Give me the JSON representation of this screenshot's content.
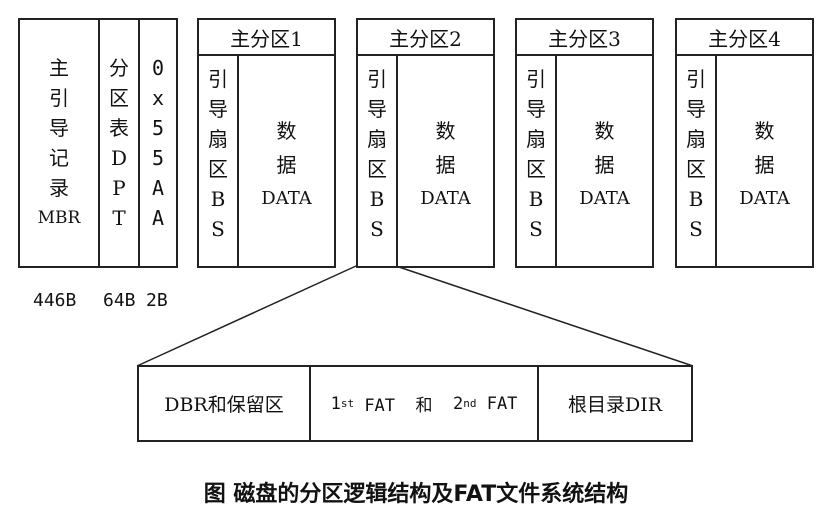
{
  "mbr": {
    "chars": [
      "主",
      "引",
      "导",
      "记",
      "录",
      "MBR"
    ],
    "size": "446B"
  },
  "dpt": {
    "chars": [
      "分",
      "区",
      "表",
      "D",
      "P",
      "T"
    ],
    "size": "64B"
  },
  "sig": {
    "chars": [
      "0",
      "x",
      "5",
      "5",
      "A",
      "A"
    ],
    "size": "2B"
  },
  "partitions": [
    {
      "title": "主分区1",
      "bs_chars": [
        "引",
        "导",
        "扇",
        "区",
        "B",
        "S"
      ],
      "data_lines": [
        "数",
        "据",
        "DATA"
      ]
    },
    {
      "title": "主分区2",
      "bs_chars": [
        "引",
        "导",
        "扇",
        "区",
        "B",
        "S"
      ],
      "data_lines": [
        "数",
        "据",
        "DATA"
      ]
    },
    {
      "title": "主分区3",
      "bs_chars": [
        "引",
        "导",
        "扇",
        "区",
        "B",
        "S"
      ],
      "data_lines": [
        "数",
        "据",
        "DATA"
      ]
    },
    {
      "title": "主分区4",
      "bs_chars": [
        "引",
        "导",
        "扇",
        "区",
        "B",
        "S"
      ],
      "data_lines": [
        "数",
        "据",
        "DATA"
      ]
    }
  ],
  "detail": {
    "dbr": "DBR和保留区",
    "fat1_prefix": "1",
    "fat1_sup": "st",
    "fat1_text": " FAT  和  ",
    "fat2_prefix": "2",
    "fat2_sup": "nd",
    "fat2_text": " FAT",
    "root": "根目录DIR"
  },
  "caption": "图 磁盘的分区逻辑结构及FAT文件系统结构"
}
